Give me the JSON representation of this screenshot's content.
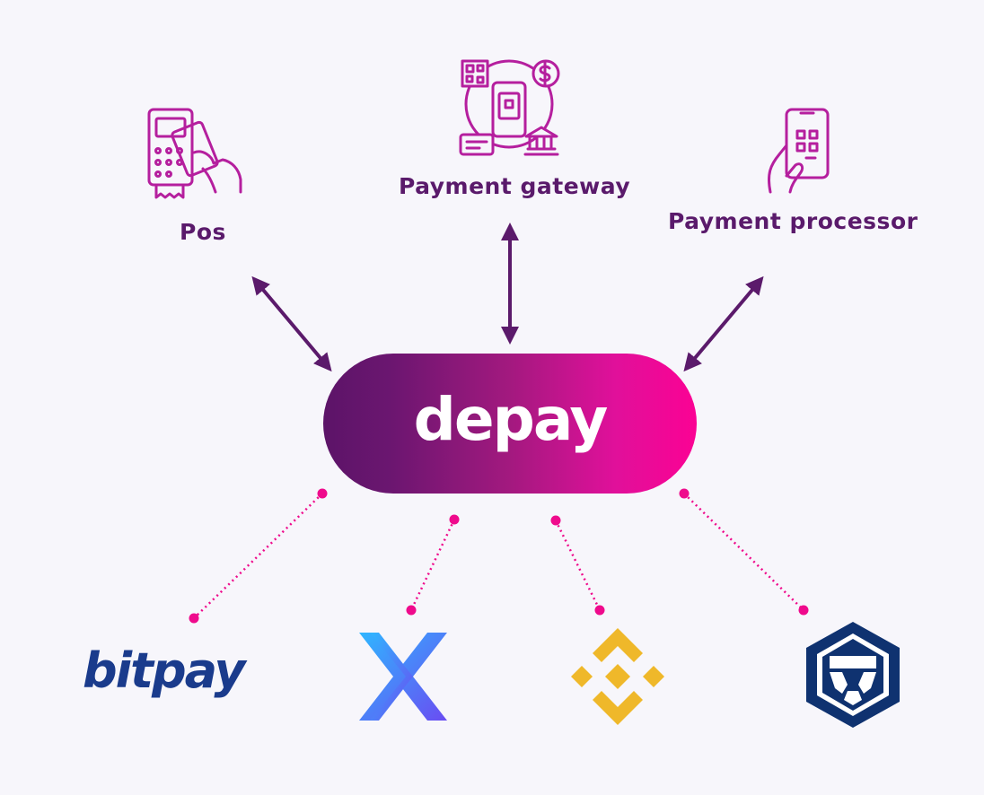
{
  "nodes": {
    "pos": "Pos",
    "gateway": "Payment gateway",
    "processor": "Payment processor"
  },
  "center": {
    "brand": "depay"
  },
  "providers": {
    "bitpay": "bitpay"
  },
  "colors": {
    "arrow": "#5b1a6b",
    "icon": "#b51f9e",
    "dots": "#ef0a8c",
    "bitpay": "#1a3b8c",
    "binance": "#efb82a",
    "crypto_com": "#0f3270"
  },
  "icons": [
    "pos-terminal-icon",
    "payment-gateway-icon",
    "payment-processor-icon",
    "bitpay-logo",
    "exchange-x-logo",
    "binance-logo",
    "crypto-com-logo"
  ]
}
